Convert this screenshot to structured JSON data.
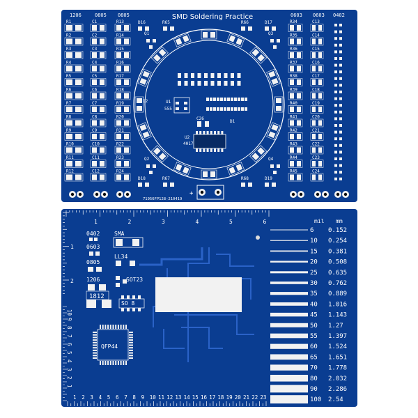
{
  "top_board": {
    "title": "SMD Soldering Practice",
    "board_code": "71956FP128-210419",
    "size_labels_left": [
      "1206",
      "0805",
      "0805"
    ],
    "size_labels_right": [
      "0603",
      "0603",
      "0402"
    ],
    "col1_labels": [
      "R1",
      "R2",
      "R3",
      "R4",
      "R5",
      "R6",
      "R7",
      "R8",
      "R9",
      "R10",
      "R11",
      "R12"
    ],
    "col2_labels": [
      "C1",
      "C2",
      "C3",
      "C4",
      "C5",
      "C6",
      "C7",
      "C8",
      "C9",
      "C10",
      "C11",
      "C12"
    ],
    "col3_labels": [
      "R13",
      "R14",
      "R15",
      "R16",
      "R17",
      "R18",
      "R19",
      "R20",
      "R21",
      "R22",
      "R23",
      "R24"
    ],
    "col4_labels": [
      "R34",
      "R35",
      "R36",
      "R37",
      "R38",
      "R39",
      "R40",
      "R41",
      "R42",
      "R43",
      "R44",
      "R45"
    ],
    "col5_labels": [
      "C13",
      "C14",
      "C15",
      "C16",
      "C17",
      "C18",
      "C19",
      "C20",
      "C21",
      "C22",
      "C23",
      "C24"
    ],
    "center_labels": {
      "u1": "U1",
      "u1_part": "555",
      "u2": "U2",
      "u2_part": "4017",
      "d16": "D16",
      "r65": "R65",
      "r66": "R66",
      "d17": "D17",
      "d18": "D18",
      "r67": "R67",
      "r68": "R68",
      "d19": "D19",
      "q1": "Q1",
      "q2": "Q2",
      "q3": "Q3",
      "q4": "Q4",
      "d2": "D2",
      "d1": "D1",
      "c26": "C26",
      "plus": "+"
    }
  },
  "bottom_board": {
    "ruler_top": [
      "1",
      "2",
      "3",
      "4",
      "5",
      "6"
    ],
    "ruler_left": [
      "1",
      "2"
    ],
    "ruler_bottom": [
      "1",
      "2",
      "3",
      "4",
      "5",
      "6",
      "7",
      "8",
      "9",
      "10",
      "11",
      "12",
      "13",
      "14",
      "15",
      "16",
      "17",
      "18",
      "19",
      "20",
      "21",
      "22",
      "23"
    ],
    "ruler_left_cm": [
      "10",
      "9",
      "8",
      "7",
      "6",
      "5",
      "4",
      "3",
      "2",
      "1"
    ],
    "packages": [
      "0402",
      "0603",
      "0805",
      "1206",
      "1812",
      "SMA",
      "LL34",
      "SOT23",
      "SO 8",
      "QFP44"
    ],
    "trace_header_mil": "mil",
    "trace_header_mm": "mm",
    "traces": [
      {
        "mil": "6",
        "mm": "0.152"
      },
      {
        "mil": "10",
        "mm": "0.254"
      },
      {
        "mil": "15",
        "mm": "0.381"
      },
      {
        "mil": "20",
        "mm": "0.508"
      },
      {
        "mil": "25",
        "mm": "0.635"
      },
      {
        "mil": "30",
        "mm": "0.762"
      },
      {
        "mil": "35",
        "mm": "0.889"
      },
      {
        "mil": "40",
        "mm": "1.016"
      },
      {
        "mil": "45",
        "mm": "1.143"
      },
      {
        "mil": "50",
        "mm": "1.27"
      },
      {
        "mil": "55",
        "mm": "1.397"
      },
      {
        "mil": "60",
        "mm": "1.524"
      },
      {
        "mil": "65",
        "mm": "1.651"
      },
      {
        "mil": "70",
        "mm": "1.778"
      },
      {
        "mil": "80",
        "mm": "2.032"
      },
      {
        "mil": "90",
        "mm": "2.286"
      },
      {
        "mil": "100",
        "mm": "2.54"
      }
    ]
  },
  "colors": {
    "board": "#0a3d91",
    "board_dark": "#072c6b",
    "pad": "#f2f2f2",
    "silk": "#ffffff",
    "hole": "#0a0a0a",
    "trace": "#2a62c7"
  }
}
